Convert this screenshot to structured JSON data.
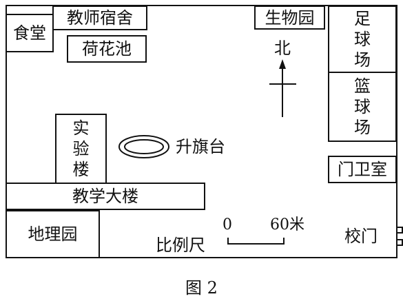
{
  "map": {
    "places": {
      "canteen": "食堂",
      "teacher_dorm": "教师宿舍",
      "lotus_pond": "荷花池",
      "biology_garden": "生物园",
      "football_field": [
        "足",
        "球",
        "场"
      ],
      "basketball_court": [
        "篮",
        "球",
        "场"
      ],
      "guard_room": "门卫室",
      "lab_building": [
        "实",
        "验",
        "楼"
      ],
      "flag_platform": "升旗台",
      "teaching_building": "教学大楼",
      "geography_garden": "地理园",
      "school_gate": "校门"
    },
    "north_label": "北",
    "scale": {
      "label": "比例尺",
      "start": "0",
      "end": "60米"
    },
    "caption": "图 2"
  },
  "colors": {
    "ink": "#111111",
    "background": "#ffffff"
  }
}
